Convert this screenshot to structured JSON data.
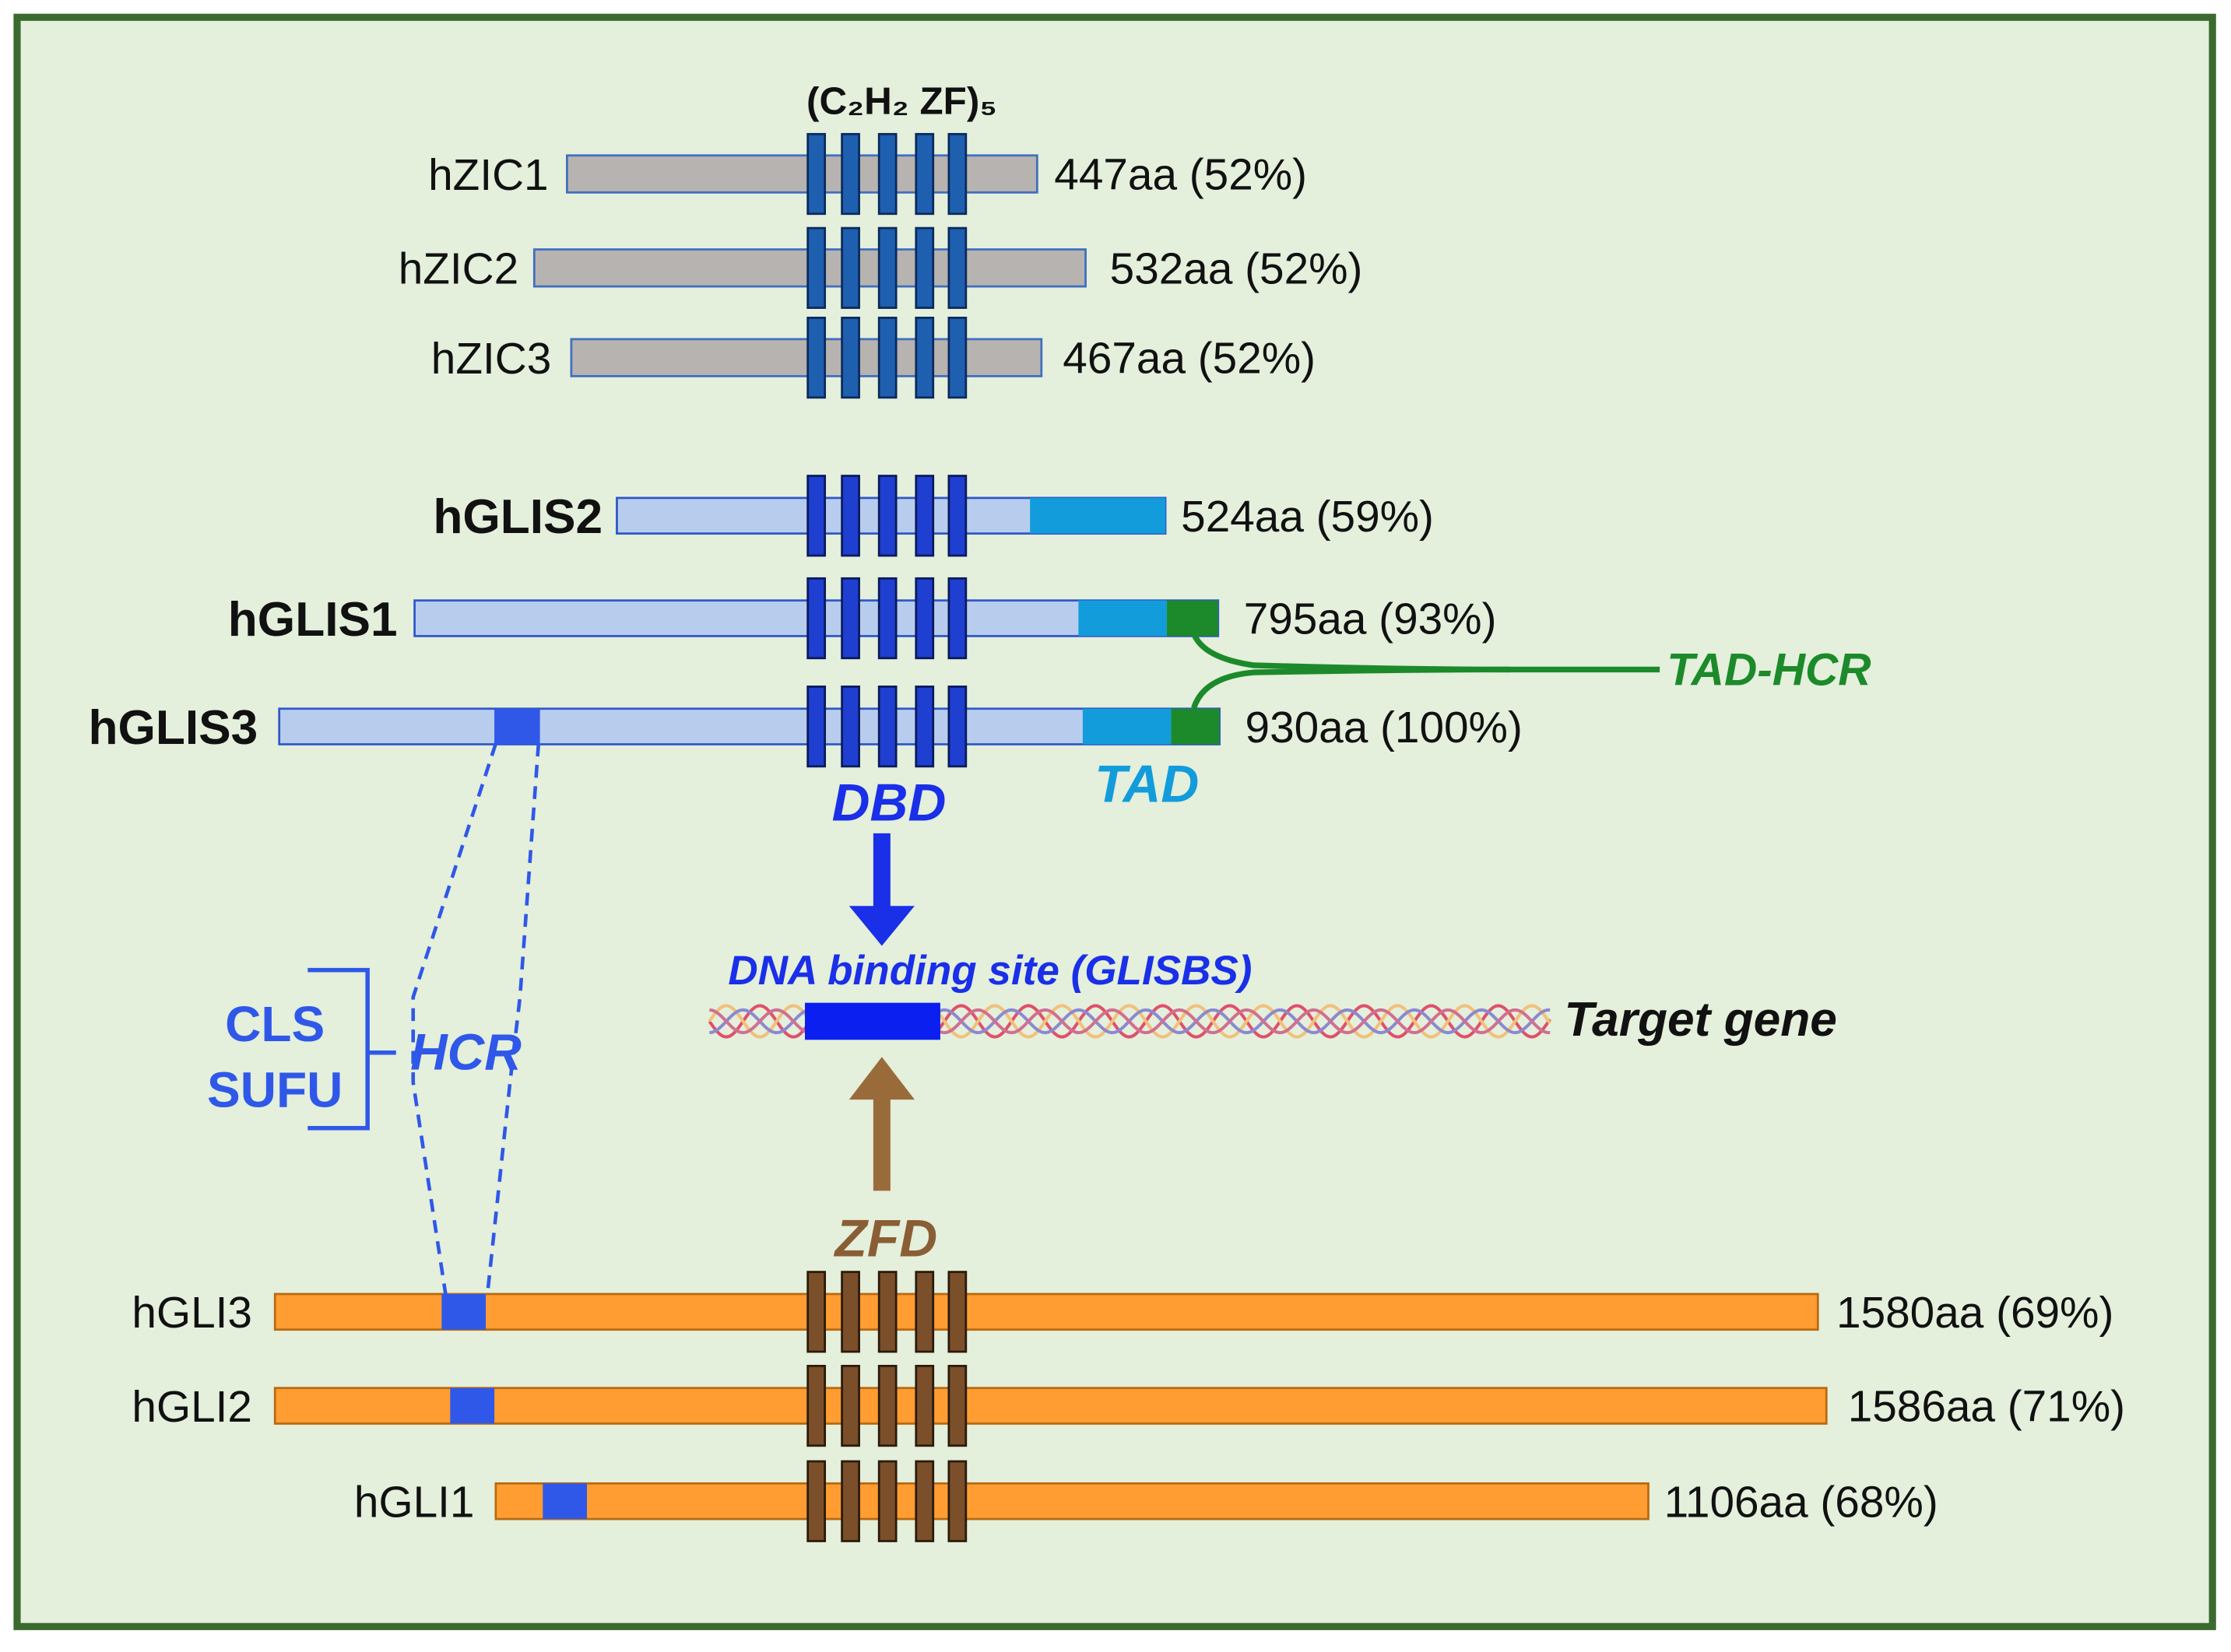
{
  "colors": {
    "background": "#e4efdc",
    "frame": "#3a6a2e",
    "zic_bar": "#b7b3b0",
    "zic_outline": "#3f6fbf",
    "zic_zf": "#1e5fb0",
    "glis_bar": "#b8cdee",
    "glis_outline": "#2f58c8",
    "glis_zf": "#1f3fd0",
    "tad": "#129cdb",
    "tad_hcr": "#1c8a2a",
    "hcr": "#2f58e8",
    "gli_bar": "#ff9d33",
    "gli_outline": "#b86a10",
    "zfd": "#7a4f2a",
    "zfd_arrow": "#9a6b3a",
    "dbd": "#1a2fe8"
  },
  "header": {
    "motif_label": "(C₂H₂ ZF)₅"
  },
  "proteins": [
    {
      "id": "zic1",
      "family": "zic",
      "name": "hZIC1",
      "bold": false,
      "info": "447aa (52%)",
      "segments": []
    },
    {
      "id": "zic2",
      "family": "zic",
      "name": "hZIC2",
      "bold": false,
      "info": "532aa (52%)",
      "segments": []
    },
    {
      "id": "zic3",
      "family": "zic",
      "name": "hZIC3",
      "bold": false,
      "info": "467aa (52%)",
      "segments": []
    },
    {
      "id": "glis2",
      "family": "glis",
      "name": "hGLIS2",
      "bold": true,
      "info": "524aa (59%)",
      "segments": [
        "tad"
      ]
    },
    {
      "id": "glis1",
      "family": "glis",
      "name": "hGLIS1",
      "bold": true,
      "info": "795aa (93%)",
      "segments": [
        "tad",
        "tad_hcr"
      ]
    },
    {
      "id": "glis3",
      "family": "glis",
      "name": "hGLIS3",
      "bold": true,
      "info": "930aa (100%)",
      "segments": [
        "hcr",
        "tad",
        "tad_hcr"
      ]
    },
    {
      "id": "gli3",
      "family": "gli",
      "name": "hGLI3",
      "bold": false,
      "info": "1580aa (69%)",
      "segments": [
        "hcr"
      ]
    },
    {
      "id": "gli2",
      "family": "gli",
      "name": "hGLI2",
      "bold": false,
      "info": "1586aa (71%)",
      "segments": [
        "hcr"
      ]
    },
    {
      "id": "gli1",
      "family": "gli",
      "name": "hGLI1",
      "bold": false,
      "info": "1106aa (68%)",
      "segments": [
        "hcr"
      ]
    }
  ],
  "labels": {
    "tad_hcr": "TAD-HCR",
    "tad": "TAD",
    "dbd": "DBD",
    "dna_binding_site": "DNA binding site (GLISBS)",
    "target_gene": "Target gene",
    "zfd": "ZFD",
    "hcr": "HCR",
    "cls": "CLS",
    "sufu": "SUFU"
  }
}
